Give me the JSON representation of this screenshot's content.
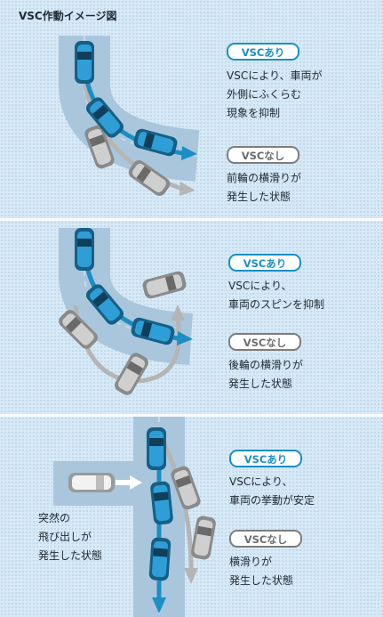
{
  "title": "VSC作動イメージ図",
  "panels": [
    {
      "with_label": "VSCあり",
      "with_desc": [
        "VSCにより、車両が",
        "外側にふくらむ",
        "現象を抑制"
      ],
      "without_label": "VSCなし",
      "without_desc": [
        "前輪の横滑りが",
        "発生した状態"
      ]
    },
    {
      "with_label": "VSCあり",
      "with_desc": [
        "VSCにより、",
        "車両のスピンを抑制"
      ],
      "without_label": "VSCなし",
      "without_desc": [
        "後輪の横滑りが",
        "発生した状態"
      ]
    },
    {
      "with_label": "VSCあり",
      "with_desc": [
        "VSCにより、",
        "車両の挙動が安定"
      ],
      "without_label": "VSCなし",
      "without_desc": [
        "横滑りが",
        "発生した状態"
      ],
      "note": [
        "突然の",
        "飛び出しが",
        "発生した状態"
      ]
    }
  ],
  "colors": {
    "vsc_on": "#1b8fc4",
    "vsc_off": "#7d7d7d",
    "road": "#a9c6dd"
  }
}
